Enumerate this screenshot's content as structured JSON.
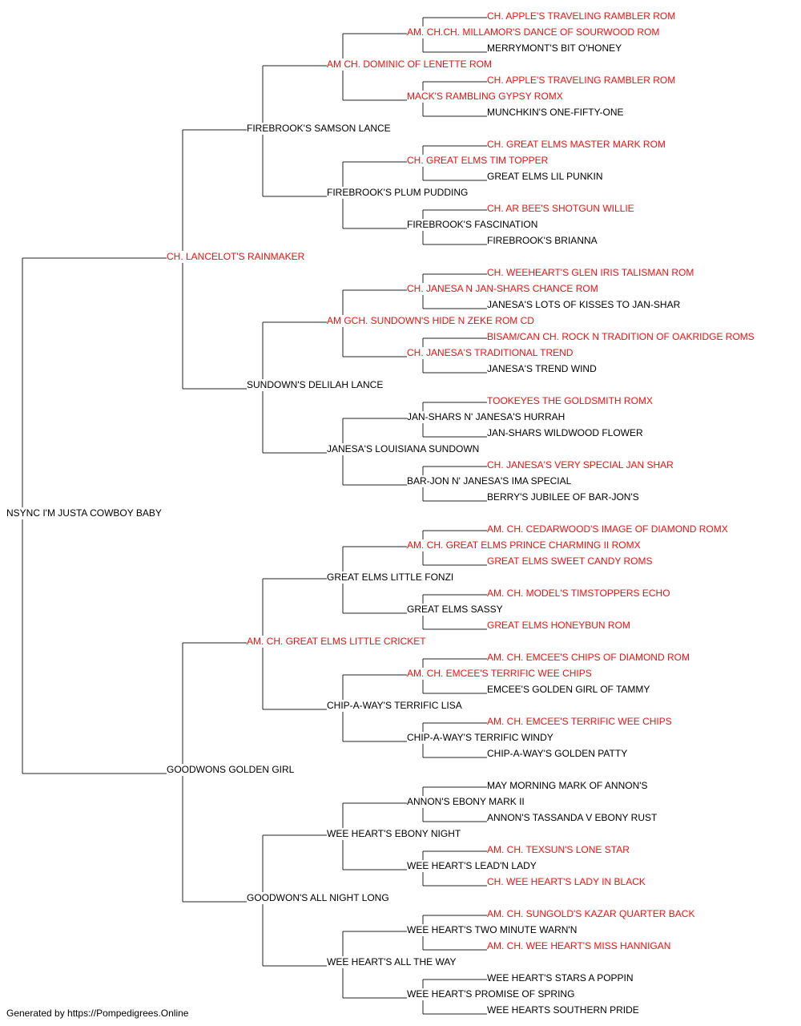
{
  "colors": {
    "champion": "#ee1111",
    "normal": "#000000",
    "line": "#222222"
  },
  "pedigree": {
    "name": "NSYNC I'M JUSTA COWBOY BABY",
    "champion": false,
    "sire": {
      "name": "CH. LANCELOT'S RAINMAKER",
      "champion": true,
      "sire": {
        "name": "FIREBROOK'S SAMSON LANCE",
        "champion": false,
        "sire": {
          "name": "AM CH. DOMINIC OF LENETTE ROM",
          "champion": true,
          "sire": {
            "name": "AM. CH.CH. MILLAMOR'S DANCE OF SOURWOOD ROM",
            "champion": true,
            "sire": {
              "name": "CH. APPLE'S TRAVELING RAMBLER ROM",
              "champion": true
            },
            "dam": {
              "name": "MERRYMONT'S BIT O'HONEY",
              "champion": false
            }
          },
          "dam": {
            "name": "MACK'S RAMBLING GYPSY ROMX",
            "champion": true,
            "sire": {
              "name": "CH. APPLE'S TRAVELING RAMBLER ROM",
              "champion": true
            },
            "dam": {
              "name": "MUNCHKIN'S ONE-FIFTY-ONE",
              "champion": false
            }
          }
        },
        "dam": {
          "name": "FIREBROOK'S PLUM PUDDING",
          "champion": false,
          "sire": {
            "name": "CH. GREAT ELMS TIM TOPPER",
            "champion": true,
            "sire": {
              "name": "CH. GREAT ELMS MASTER MARK ROM",
              "champion": true
            },
            "dam": {
              "name": "GREAT ELMS LIL PUNKIN",
              "champion": false
            }
          },
          "dam": {
            "name": "FIREBROOK'S FASCINATION",
            "champion": false,
            "sire": {
              "name": "CH. AR BEE'S SHOTGUN WILLIE",
              "champion": true
            },
            "dam": {
              "name": "FIREBROOK'S BRIANNA",
              "champion": false
            }
          }
        }
      },
      "dam": {
        "name": "SUNDOWN'S DELILAH LANCE",
        "champion": false,
        "sire": {
          "name": "AM GCH. SUNDOWN'S HIDE N ZEKE ROM CD",
          "champion": true,
          "sire": {
            "name": "CH. JANESA N JAN-SHARS CHANCE ROM",
            "champion": true,
            "sire": {
              "name": "CH. WEEHEART'S GLEN IRIS TALISMAN ROM",
              "champion": true
            },
            "dam": {
              "name": "JANESA'S LOTS OF KISSES TO JAN-SHAR",
              "champion": false
            }
          },
          "dam": {
            "name": "CH. JANESA'S TRADITIONAL TREND",
            "champion": true,
            "sire": {
              "name": "BISAM/CAN CH. ROCK N TRADITION OF OAKRIDGE ROMS",
              "champion": true
            },
            "dam": {
              "name": "JANESA'S TREND WIND",
              "champion": false
            }
          }
        },
        "dam": {
          "name": "JANESA'S LOUISIANA SUNDOWN",
          "champion": false,
          "sire": {
            "name": "JAN-SHARS N' JANESA'S HURRAH",
            "champion": false,
            "sire": {
              "name": "TOOKEYES THE GOLDSMITH ROMX",
              "champion": true
            },
            "dam": {
              "name": "JAN-SHARS WILDWOOD FLOWER",
              "champion": false
            }
          },
          "dam": {
            "name": "BAR-JON N' JANESA'S IMA SPECIAL",
            "champion": false,
            "sire": {
              "name": "CH. JANESA'S VERY SPECIAL JAN SHAR",
              "champion": true
            },
            "dam": {
              "name": "BERRY'S JUBILEE OF BAR-JON'S",
              "champion": false
            }
          }
        }
      }
    },
    "dam": {
      "name": "GOODWONS GOLDEN GIRL",
      "champion": false,
      "sire": {
        "name": "AM. CH. GREAT ELMS LITTLE CRICKET",
        "champion": true,
        "sire": {
          "name": "GREAT ELMS LITTLE FONZI",
          "champion": false,
          "sire": {
            "name": "AM. CH. GREAT ELMS PRINCE CHARMING II ROMX",
            "champion": true,
            "sire": {
              "name": "AM. CH. CEDARWOOD'S IMAGE OF DIAMOND ROMX",
              "champion": true
            },
            "dam": {
              "name": "GREAT ELMS SWEET CANDY ROMS",
              "champion": true
            }
          },
          "dam": {
            "name": "GREAT ELMS SASSY",
            "champion": false,
            "sire": {
              "name": "AM. CH. MODEL'S TIMSTOPPERS ECHO",
              "champion": true
            },
            "dam": {
              "name": "GREAT ELMS HONEYBUN ROM",
              "champion": true
            }
          }
        },
        "dam": {
          "name": "CHIP-A-WAY'S TERRIFIC LISA",
          "champion": false,
          "sire": {
            "name": "AM. CH. EMCEE'S TERRIFIC WEE CHIPS",
            "champion": true,
            "sire": {
              "name": "AM. CH. EMCEE'S CHIPS OF DIAMOND ROM",
              "champion": true
            },
            "dam": {
              "name": "EMCEE'S GOLDEN GIRL OF TAMMY",
              "champion": false
            }
          },
          "dam": {
            "name": "CHIP-A-WAY'S TERRIFIC WINDY",
            "champion": false,
            "sire": {
              "name": "AM. CH. EMCEE'S TERRIFIC WEE CHIPS",
              "champion": true
            },
            "dam": {
              "name": "CHIP-A-WAY'S GOLDEN PATTY",
              "champion": false
            }
          }
        }
      },
      "dam": {
        "name": "GOODWON'S ALL NIGHT LONG",
        "champion": false,
        "sire": {
          "name": "WEE HEART'S EBONY NIGHT",
          "champion": false,
          "sire": {
            "name": "ANNON'S EBONY MARK II",
            "champion": false,
            "sire": {
              "name": "MAY MORNING MARK OF ANNON'S",
              "champion": false
            },
            "dam": {
              "name": "ANNON'S TASSANDA V EBONY RUST",
              "champion": false
            }
          },
          "dam": {
            "name": "WEE HEART'S LEAD'N LADY",
            "champion": false,
            "sire": {
              "name": "AM. CH. TEXSUN'S LONE STAR",
              "champion": true
            },
            "dam": {
              "name": "CH. WEE HEART'S LADY IN BLACK",
              "champion": true
            }
          }
        },
        "dam": {
          "name": "WEE HEART'S ALL THE WAY",
          "champion": false,
          "sire": {
            "name": "WEE HEART'S TWO MINUTE WARN'N",
            "champion": false,
            "sire": {
              "name": "AM. CH. SUNGOLD'S KAZAR QUARTER BACK",
              "champion": true
            },
            "dam": {
              "name": "AM. CH. WEE HEART'S MISS HANNIGAN",
              "champion": true
            }
          },
          "dam": {
            "name": "WEE HEART'S PROMISE OF SPRING",
            "champion": false,
            "sire": {
              "name": "WEE HEART'S STARS A POPPIN",
              "champion": false
            },
            "dam": {
              "name": "WEE HEARTS SOUTHERN PRIDE",
              "champion": false
            }
          }
        }
      }
    }
  },
  "footer": "Generated by https://Pompedigrees.Online"
}
